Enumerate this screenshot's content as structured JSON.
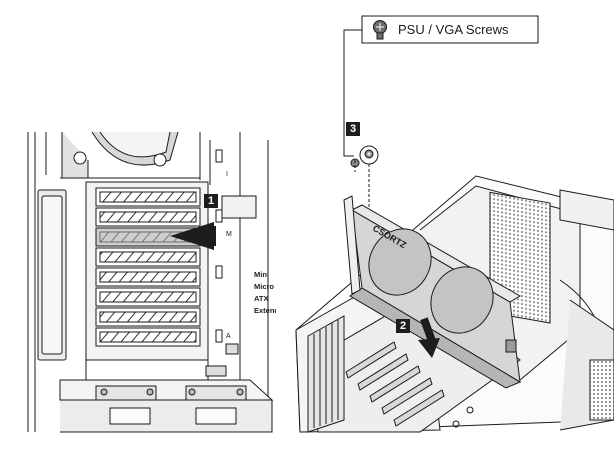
{
  "callout": {
    "label": "PSU / VGA Screws",
    "icon": "screw-icon"
  },
  "steps": [
    {
      "number": "1"
    },
    {
      "number": "2"
    },
    {
      "number": "3"
    }
  ],
  "slot_markers": {
    "top": "I",
    "middle": "M",
    "bottom": "A"
  },
  "form_factors": [
    "Mini",
    "Micro",
    "ATX",
    "Extende"
  ],
  "gpu_label": "CSORTZ",
  "colors": {
    "line": "#1a1a1a",
    "fill_light": "#e8e8e8",
    "fill_mid": "#cfcfcf",
    "fill_dark": "#9a9a9a",
    "badge": "#1d1d1d"
  }
}
